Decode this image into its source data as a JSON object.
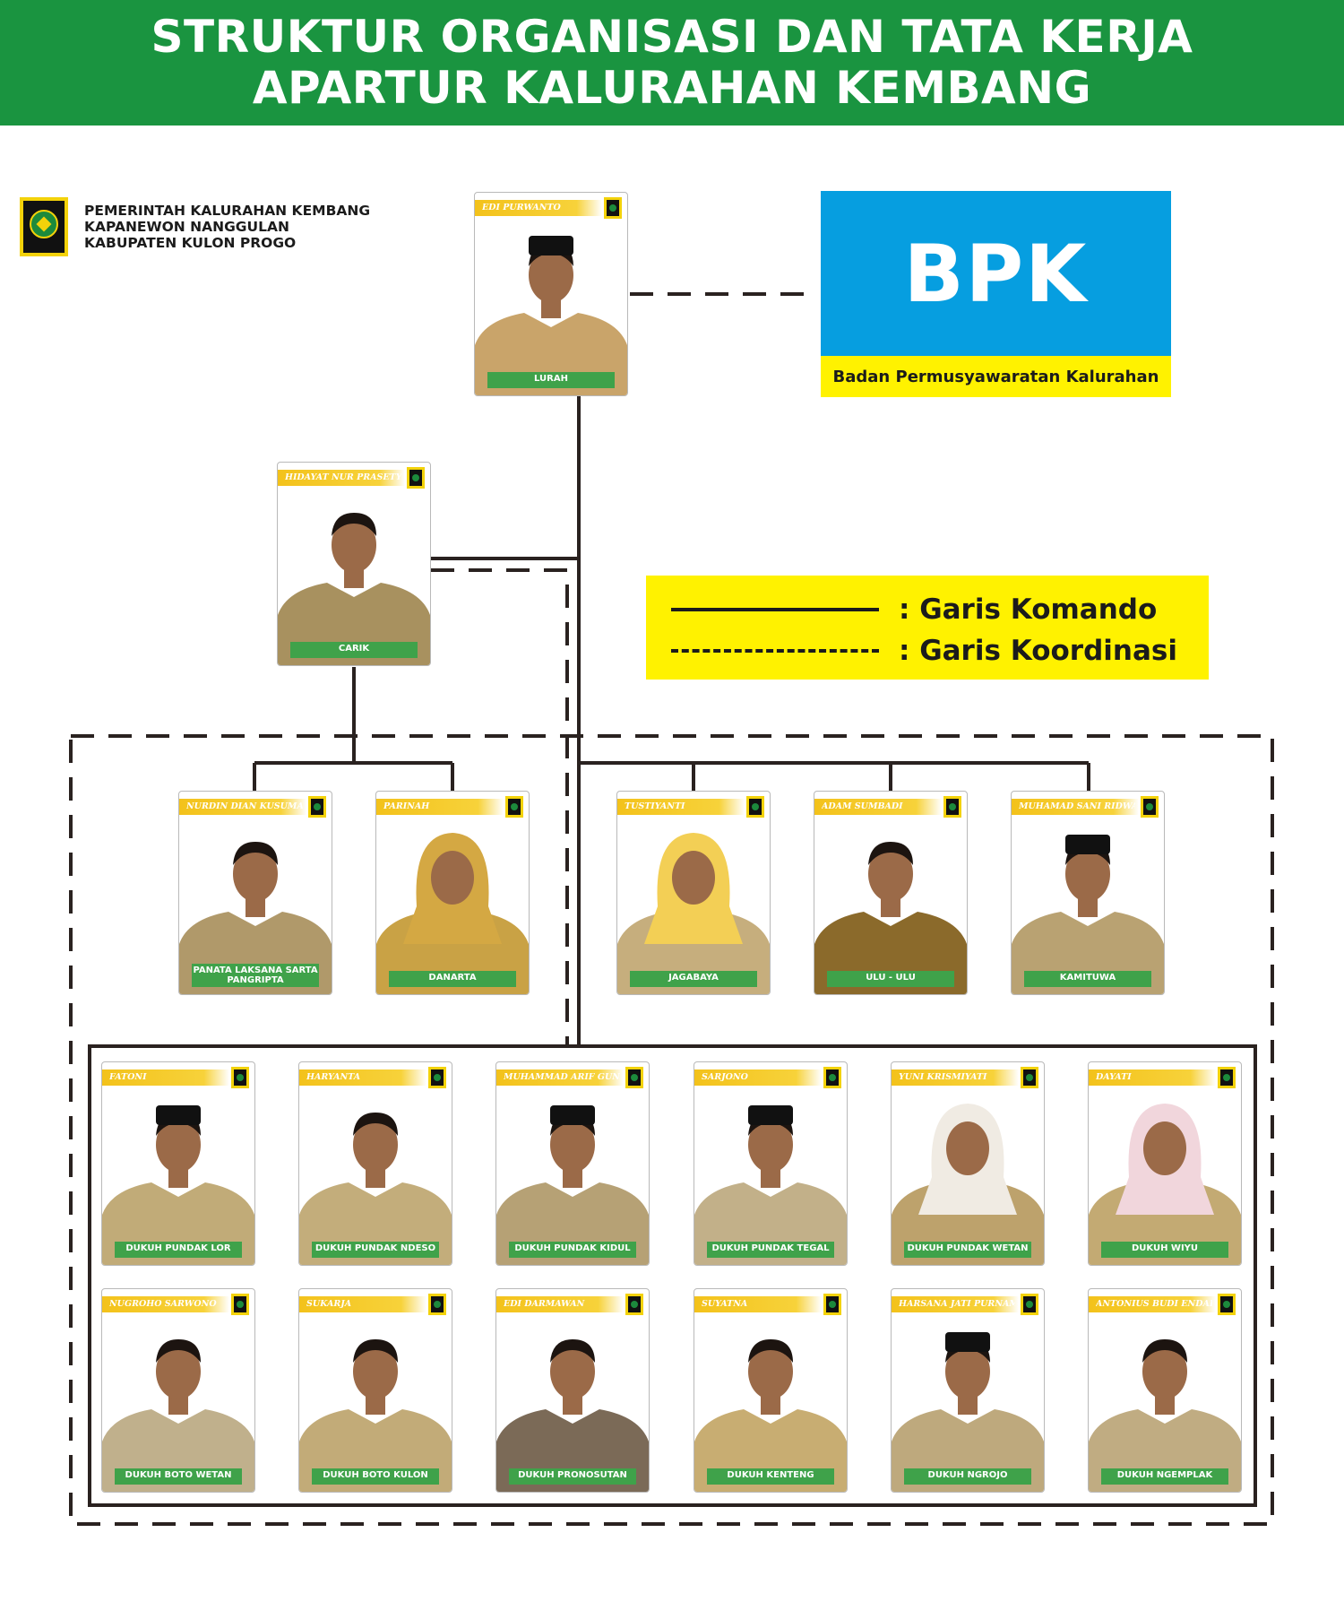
{
  "header": {
    "line1": "STRUKTUR ORGANISASI DAN TATA KERJA",
    "line2": "APARTUR KALURAHAN KEMBANG"
  },
  "org": {
    "line1": "PEMERINTAH KALURAHAN KEMBANG",
    "line2": "KAPANEWON NANGGULAN",
    "line3": "KABUPATEN KULON PROGO"
  },
  "bpk": {
    "abbr": "BPK",
    "full": "Badan Permusyawaratan Kalurahan"
  },
  "legend": {
    "komando": ": Garis Komando",
    "koordinasi": ": Garis Koordinasi"
  },
  "colors": {
    "header_green": "#1a9440",
    "bpk_blue": "#069ee0",
    "yellow": "#fff200",
    "position_green": "#3fa24a"
  },
  "lurah": {
    "name": "EDI PURWANTO",
    "position": "LURAH",
    "uniform": "#c9a46a",
    "bg": "#ffffff",
    "cap": true
  },
  "carik": {
    "name": "HIDAYAT NUR PRASETYO",
    "position": "CARIK",
    "uniform": "#a8915f",
    "bg": "#ffffff",
    "cap": false
  },
  "panata": [
    {
      "name": "NURDIN DIAN KUSUMA",
      "position": "PANATA LAKSANA SARTA PANGRIPTA",
      "uniform": "#b0996a",
      "cap": false
    },
    {
      "name": "PARINAH",
      "position": "DANARTA",
      "uniform": "#c9a245",
      "hijab": "#d4a843"
    }
  ],
  "staff": [
    {
      "name": "TUSTIYANTI",
      "position": "JAGABAYA",
      "uniform": "#c6ae7d",
      "hijab": "#f3cf55"
    },
    {
      "name": "ADAM SUMBADI",
      "position": "ULU - ULU",
      "uniform": "#8b6a2b",
      "cap": false
    },
    {
      "name": "MUHAMAD SANI RIDWAN",
      "position": "KAMITUWA",
      "uniform": "#b9a272",
      "cap": true
    }
  ],
  "dukuh": [
    {
      "name": "FATONI",
      "position": "DUKUH PUNDAK LOR",
      "uniform": "#c1ab78",
      "cap": true
    },
    {
      "name": "HARYANTA",
      "position": "DUKUH PUNDAK NDESO",
      "uniform": "#c3ad7b",
      "cap": false
    },
    {
      "name": "MUHAMMAD ARIF GUNAWAN",
      "position": "DUKUH PUNDAK KIDUL",
      "uniform": "#b6a175",
      "cap": true
    },
    {
      "name": "SARJONO",
      "position": "DUKUH PUNDAK TEGAL",
      "uniform": "#c2b089",
      "cap": true
    },
    {
      "name": "YUNI KRISMIYATI",
      "position": "DUKUH PUNDAK WETAN",
      "uniform": "#bda26c",
      "hijab": "#f0ebe3"
    },
    {
      "name": "DAYATI",
      "position": "DUKUH WIYU",
      "uniform": "#c3aa73",
      "hijab": "#f1d6dc"
    },
    {
      "name": "NUGROHO SARWONO",
      "position": "DUKUH BOTO WETAN",
      "uniform": "#c0b08c",
      "cap": false
    },
    {
      "name": "SUKARJA",
      "position": "DUKUH BOTO KULON",
      "uniform": "#c2ab78",
      "cap": false
    },
    {
      "name": "EDI DARMAWAN",
      "position": "DUKUH PRONOSUTAN",
      "uniform": "#7b6a57",
      "cap": false
    },
    {
      "name": "SUYATNA",
      "position": "DUKUH KENTENG",
      "uniform": "#c8ad72",
      "cap": false
    },
    {
      "name": "HARSANA JATI PURNAMA",
      "position": "DUKUH NGROJO",
      "uniform": "#bea97d",
      "cap": true
    },
    {
      "name": "ANTONIUS BUDI ENDARTO",
      "position": "DUKUH NGEMPLAK",
      "uniform": "#c0ac82",
      "cap": false
    }
  ]
}
